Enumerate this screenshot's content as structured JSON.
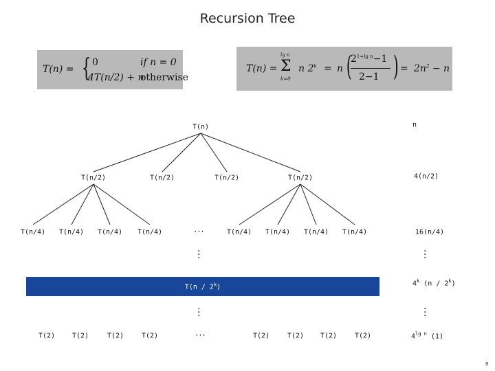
{
  "slide": {
    "title": "Recursion Tree",
    "page_number": "8"
  },
  "formulas": {
    "recurrence": {
      "lhs": "T(n) =",
      "case1_value": "0",
      "case1_condition": "if n = 0",
      "case2_value": "4T(n/2) + n",
      "case2_condition": "otherwise"
    },
    "solution": {
      "lhs": "T(n) =",
      "sum_upper": "lg n",
      "sum_lower": "k=0",
      "term": "n 2",
      "term_exp": "k",
      "eq1": "=",
      "n": "n",
      "frac_num_base": "2",
      "frac_num_exp": "1+lg n",
      "frac_num_tail": "−1",
      "frac_den": "2−1",
      "eq2": "=",
      "result": "2n",
      "result_exp": "2",
      "result_tail": "− n"
    }
  },
  "tree": {
    "root": "T(n)",
    "level1": [
      "T(n/2)",
      "T(n/2)",
      "T(n/2)",
      "T(n/2)"
    ],
    "level2_left": [
      "T(n/4)",
      "T(n/4)",
      "T(n/4)",
      "T(n/4)"
    ],
    "level2_right": [
      "T(n/4)",
      "T(n/4)",
      "T(n/4)",
      "T(n/4)"
    ],
    "ellipsis": "...",
    "bar_label": "T(n / 2",
    "bar_label_exp": "k",
    "bar_label_tail": ")",
    "leaves_left": [
      "T(2)",
      "T(2)",
      "T(2)",
      "T(2)"
    ],
    "leaves_right": [
      "T(2)",
      "T(2)",
      "T(2)",
      "T(2)"
    ]
  },
  "costs": {
    "level0": "n",
    "level1": "4(n/2)",
    "level2": "16(n/4)",
    "levelk_base": "4",
    "levelk_exp": "k",
    "levelk_tail": " (n / 2",
    "levelk_tail_exp": "k",
    "levelk_close": ")",
    "leaf_base": "4",
    "leaf_exp": "lg n",
    "leaf_tail": " (1)"
  }
}
